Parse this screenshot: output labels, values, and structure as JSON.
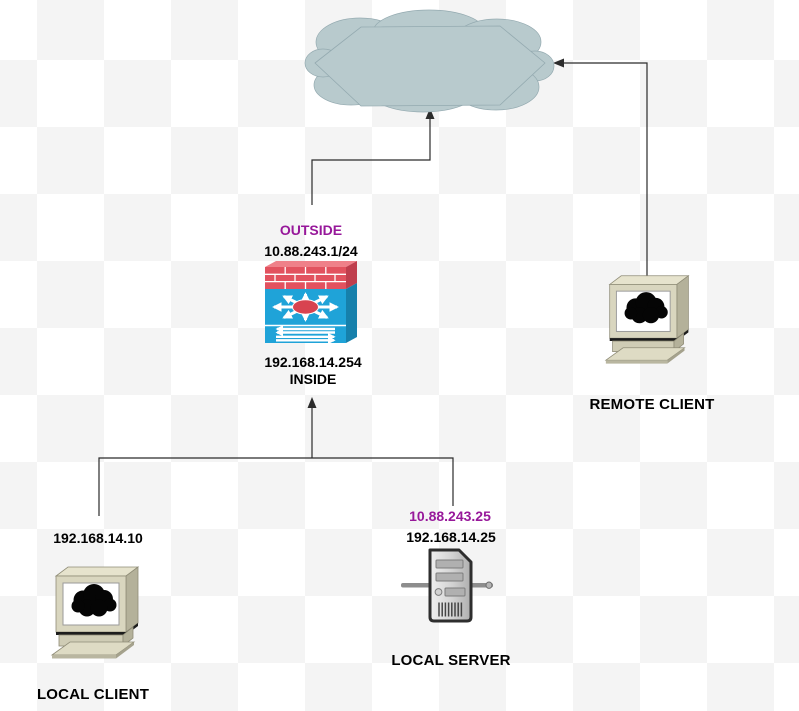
{
  "diagram": {
    "internet_cloud": {
      "icon": "internet-cloud-icon"
    },
    "firewall": {
      "icon": "asa-firewall-icon",
      "outside_label": "OUTSIDE",
      "outside_ip": "10.88.243.1/24",
      "inside_ip": "192.168.14.254",
      "inside_label": "INSIDE"
    },
    "remote_client": {
      "icon": "desktop-computer-icon",
      "label": "REMOTE CLIENT"
    },
    "local_client": {
      "icon": "desktop-computer-icon",
      "ip": "192.168.14.10",
      "label": "LOCAL CLIENT"
    },
    "local_server": {
      "icon": "tower-server-icon",
      "outside_ip": "10.88.243.25",
      "inside_ip": "192.168.14.25",
      "label": "LOCAL SERVER"
    }
  },
  "colors": {
    "checker_light": "#ffffff",
    "checker_dark": "#f4f4f4",
    "label_black": "#000000",
    "label_purple": "#97189a",
    "line": "#2b2b2b",
    "cloud_fill": "#b8cacd",
    "cloud_stroke": "#94aab0",
    "firewall_red": "#e2525f",
    "firewall_red_side": "#bf3e4d",
    "firewall_red_top": "#ef8089",
    "firewall_blue": "#1fa3d8",
    "firewall_blue_side": "#1680ab",
    "firewall_center": "#d84350",
    "pc_beige": "#d9d6bf",
    "pc_beige_dark": "#b4b19a",
    "pc_beige_light": "#e6e3cd",
    "server_outline": "#2e2e2e"
  }
}
